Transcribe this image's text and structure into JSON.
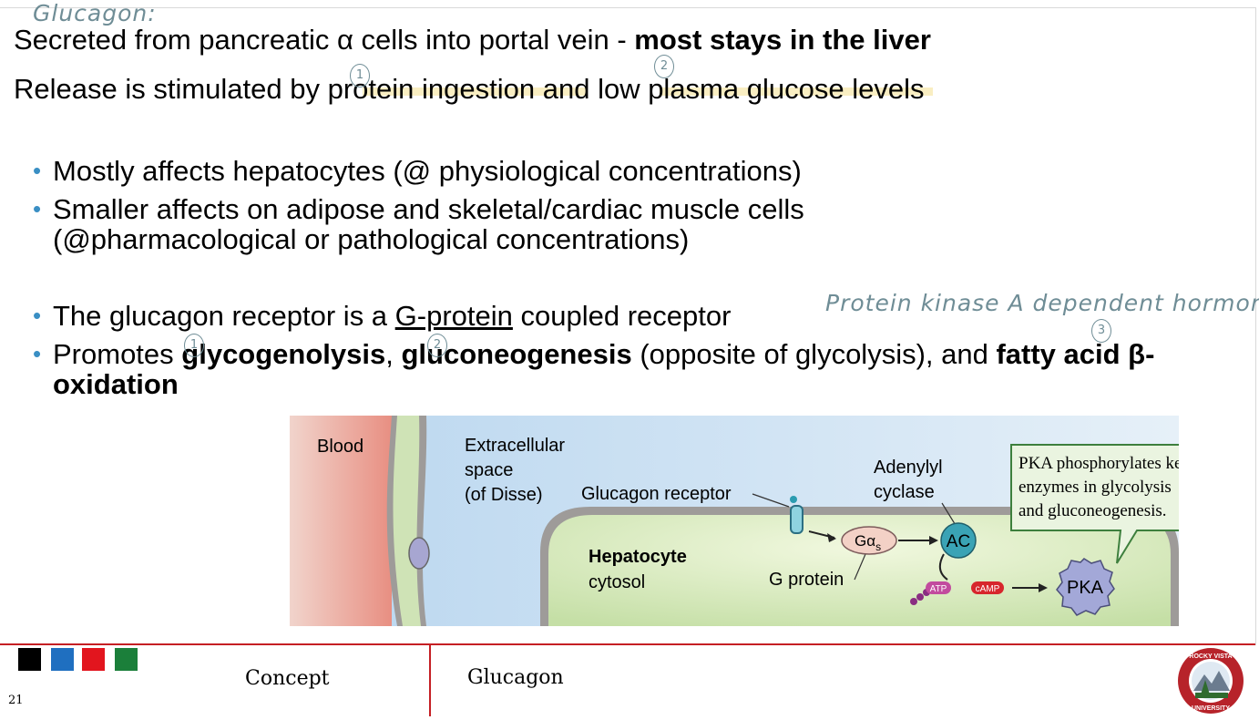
{
  "handwriting": {
    "title": "Glucagon:",
    "note": "Protein kinase A dependent hormone",
    "circles": [
      "1",
      "2",
      "1",
      "2",
      "3"
    ]
  },
  "intro": {
    "line1_plain": "Secreted from pancreatic α cells into portal vein -  ",
    "line1_bold": "most stays in the liver",
    "line2_a": "Release is stimulated by ",
    "line2_b": "protein ingestion",
    "line2_c": " and ",
    "line2_d": "low plasma glucose",
    "line2_e": " levels"
  },
  "bullets": {
    "symbol": "•",
    "b1": "Mostly affects hepatocytes (@ physiological concentrations)",
    "b2": "Smaller affects on adipose and skeletal/cardiac muscle cells (@pharmacological or pathological concentrations)",
    "b3_a": "The glucagon receptor is a ",
    "b3_u": "G-protein",
    "b3_b": " coupled receptor",
    "b4_a": "Promotes ",
    "b4_bold1": "glycogenolysis",
    "b4_c": ", ",
    "b4_bold2": "gluconeogenesis",
    "b4_d": " (opposite of glycolysis), and ",
    "b4_bold3": "fatty acid β-oxidation"
  },
  "diagram": {
    "blood": "Blood",
    "extracellular_1": "Extracellular",
    "extracellular_2": "space",
    "extracellular_3": "(of Disse)",
    "receptor": "Glucagon receptor",
    "adenylyl_1": "Adenylyl",
    "adenylyl_2": "cyclase",
    "hepatocyte": "Hepatocyte",
    "cytosol": "cytosol",
    "g_protein": "G protein",
    "g_alpha": "Gα",
    "g_alpha_sub": "s",
    "ac": "AC",
    "atp": "ATP",
    "camp": "cAMP",
    "pka": "PKA",
    "callout_1": "PKA phosphorylates key",
    "callout_2": "enzymes in glycolysis",
    "callout_3": "and gluconeogenesis."
  },
  "footer": {
    "label": "Concept",
    "topic": "Glucagon",
    "page": "21",
    "logo_text_top": "ROCKY VISTA",
    "logo_text_bottom": "UNIVERSITY",
    "colors": [
      "#000000",
      "#1f6fc0",
      "#e2151e",
      "#1b7f3a"
    ],
    "rule_color": "#c51f24"
  }
}
